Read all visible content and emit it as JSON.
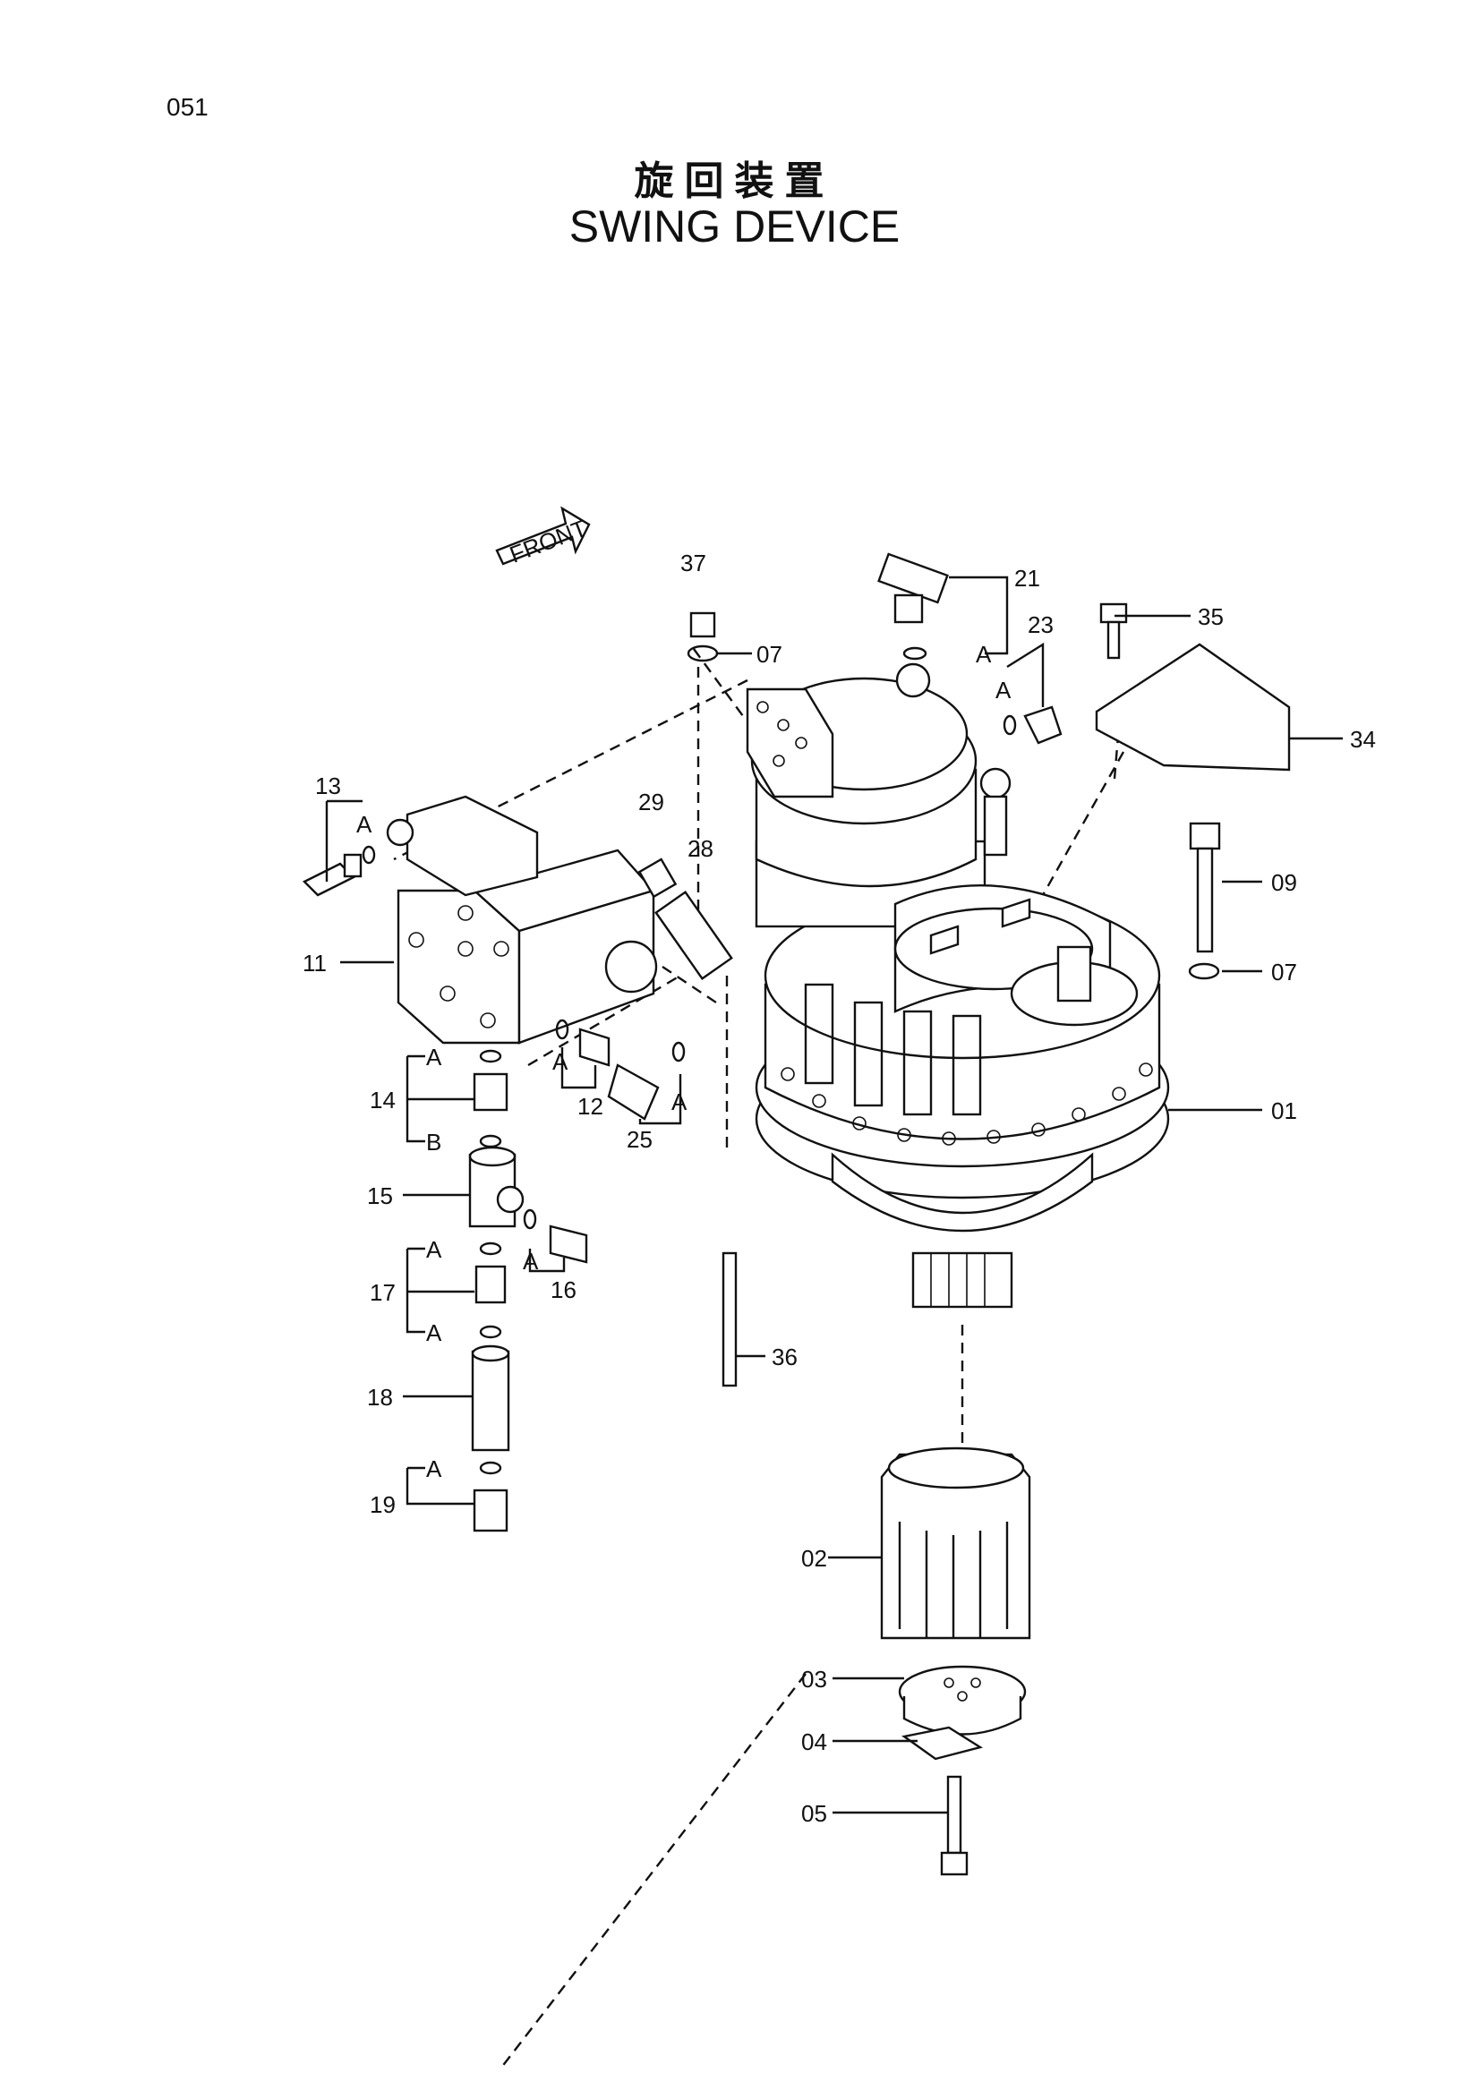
{
  "page": {
    "number": "051",
    "title_jp": "旋回装置",
    "title_en": "SWING DEVICE"
  },
  "front_label": "FRONT",
  "callouts": {
    "c01": "01",
    "c02": "02",
    "c03": "03",
    "c04": "04",
    "c05": "05",
    "c07a": "07",
    "c07b": "07",
    "c09": "09",
    "c11": "11",
    "c12": "12",
    "c13": "13",
    "c14": "14",
    "c15": "15",
    "c16": "16",
    "c17": "17",
    "c18": "18",
    "c19": "19",
    "c21": "21",
    "c23": "23",
    "c25": "25",
    "c28": "28",
    "c29": "29",
    "c34": "34",
    "c35": "35",
    "c36": "36",
    "c37": "37"
  },
  "sublabels": {
    "a": "A",
    "b": "B"
  }
}
